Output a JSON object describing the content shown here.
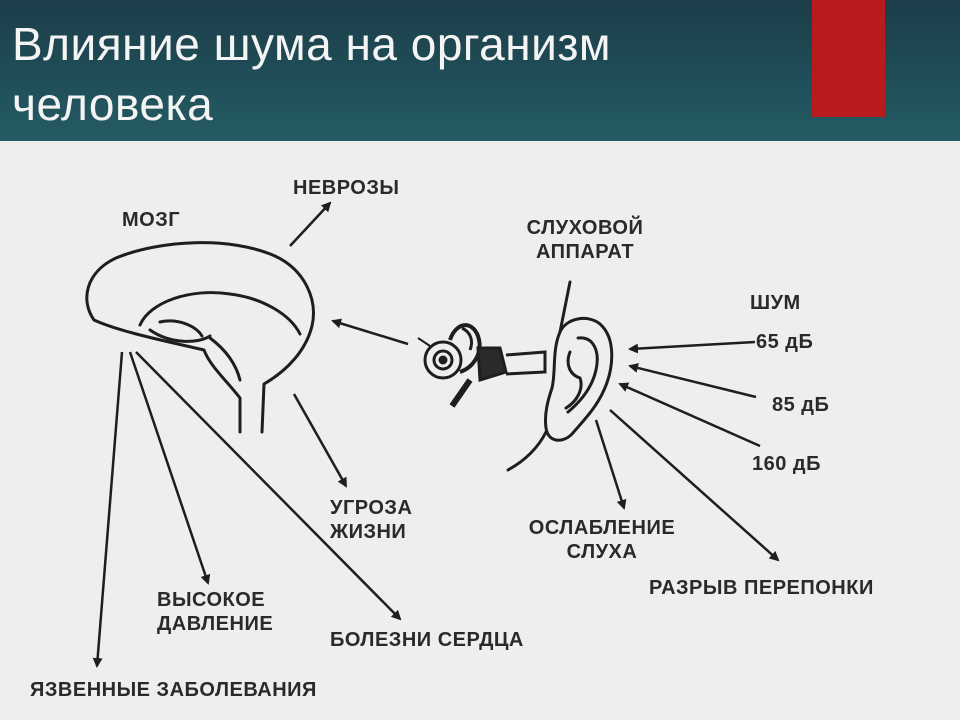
{
  "slide": {
    "title": "Влияние шума на организм человека",
    "accent_color": "#b81b1b",
    "header_color": "#1f4e58"
  },
  "diagram": {
    "brain": "МОЗГ",
    "neuroses": "НЕВРОЗЫ",
    "hearing_apparatus_line1": "СЛУХОВОЙ",
    "hearing_apparatus_line2": "АППАРАТ",
    "noise": "ШУМ",
    "level_65": "65 дБ",
    "level_85": "85 дБ",
    "level_160": "160 дБ",
    "threat_line1": "УГРОЗА",
    "threat_line2": "ЖИЗНИ",
    "hearing_loss_line1": "ОСЛАБЛЕНИЕ",
    "hearing_loss_line2": "СЛУХА",
    "eardrum_rupture": "РАЗРЫВ ПЕРЕПОНКИ",
    "high_pressure_line1": "ВЫСОКОЕ",
    "high_pressure_line2": "ДАВЛЕНИЕ",
    "heart_disease": "БОЛЕЗНИ СЕРДЦА",
    "ulcers": "ЯЗВЕННЫЕ ЗАБОЛЕВАНИЯ"
  }
}
